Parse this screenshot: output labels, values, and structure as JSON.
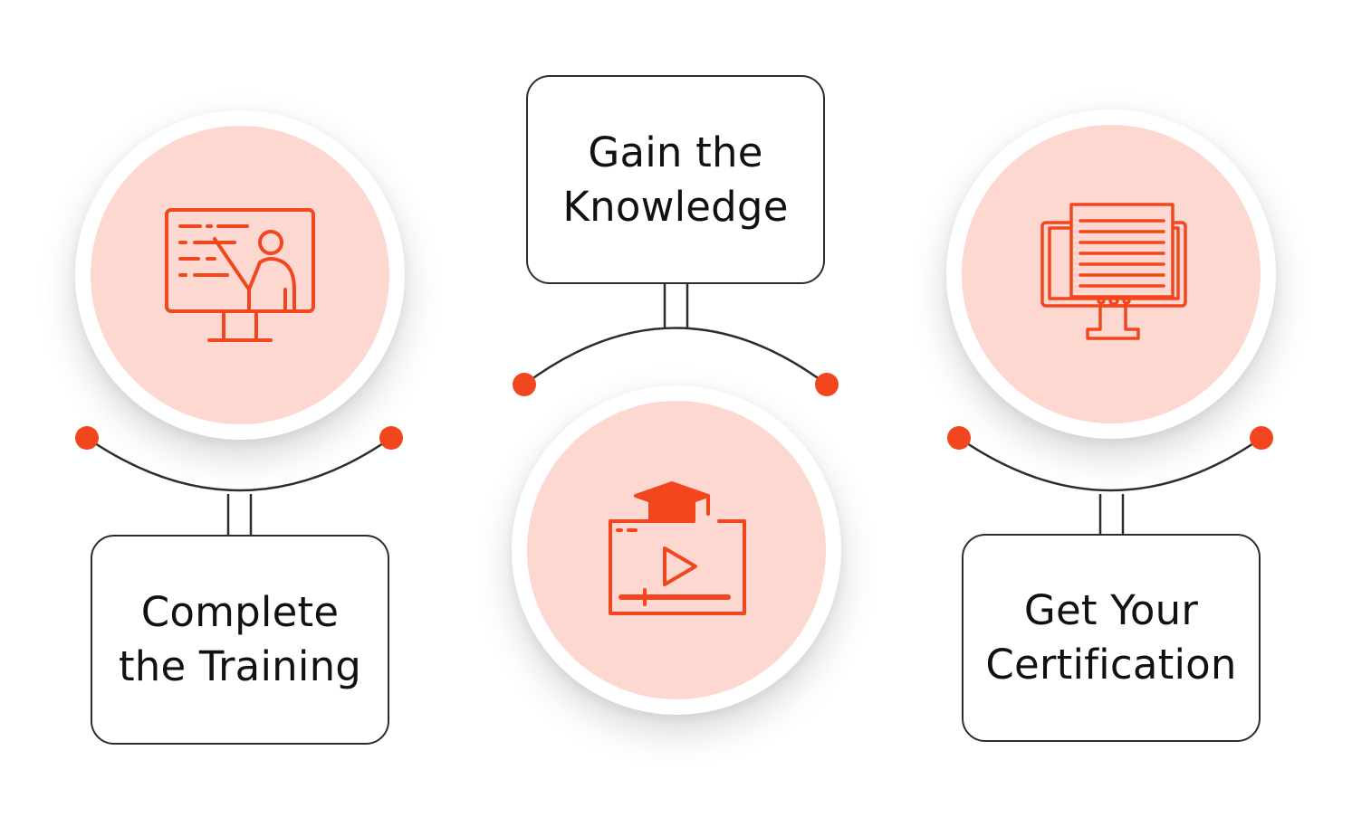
{
  "colors": {
    "accent": "#f2461f",
    "disc_fill": "#fdd8d1",
    "line": "#2d2d2d",
    "box_border": "#2d2d2d",
    "text": "#111111"
  },
  "steps": [
    {
      "label": "Complete the Training",
      "icon": "online-teaching-monitor-icon"
    },
    {
      "label": "Gain the Knowledge",
      "icon": "graduation-video-icon"
    },
    {
      "label": "Get Your Certification",
      "icon": "certificate-monitor-icon"
    }
  ]
}
